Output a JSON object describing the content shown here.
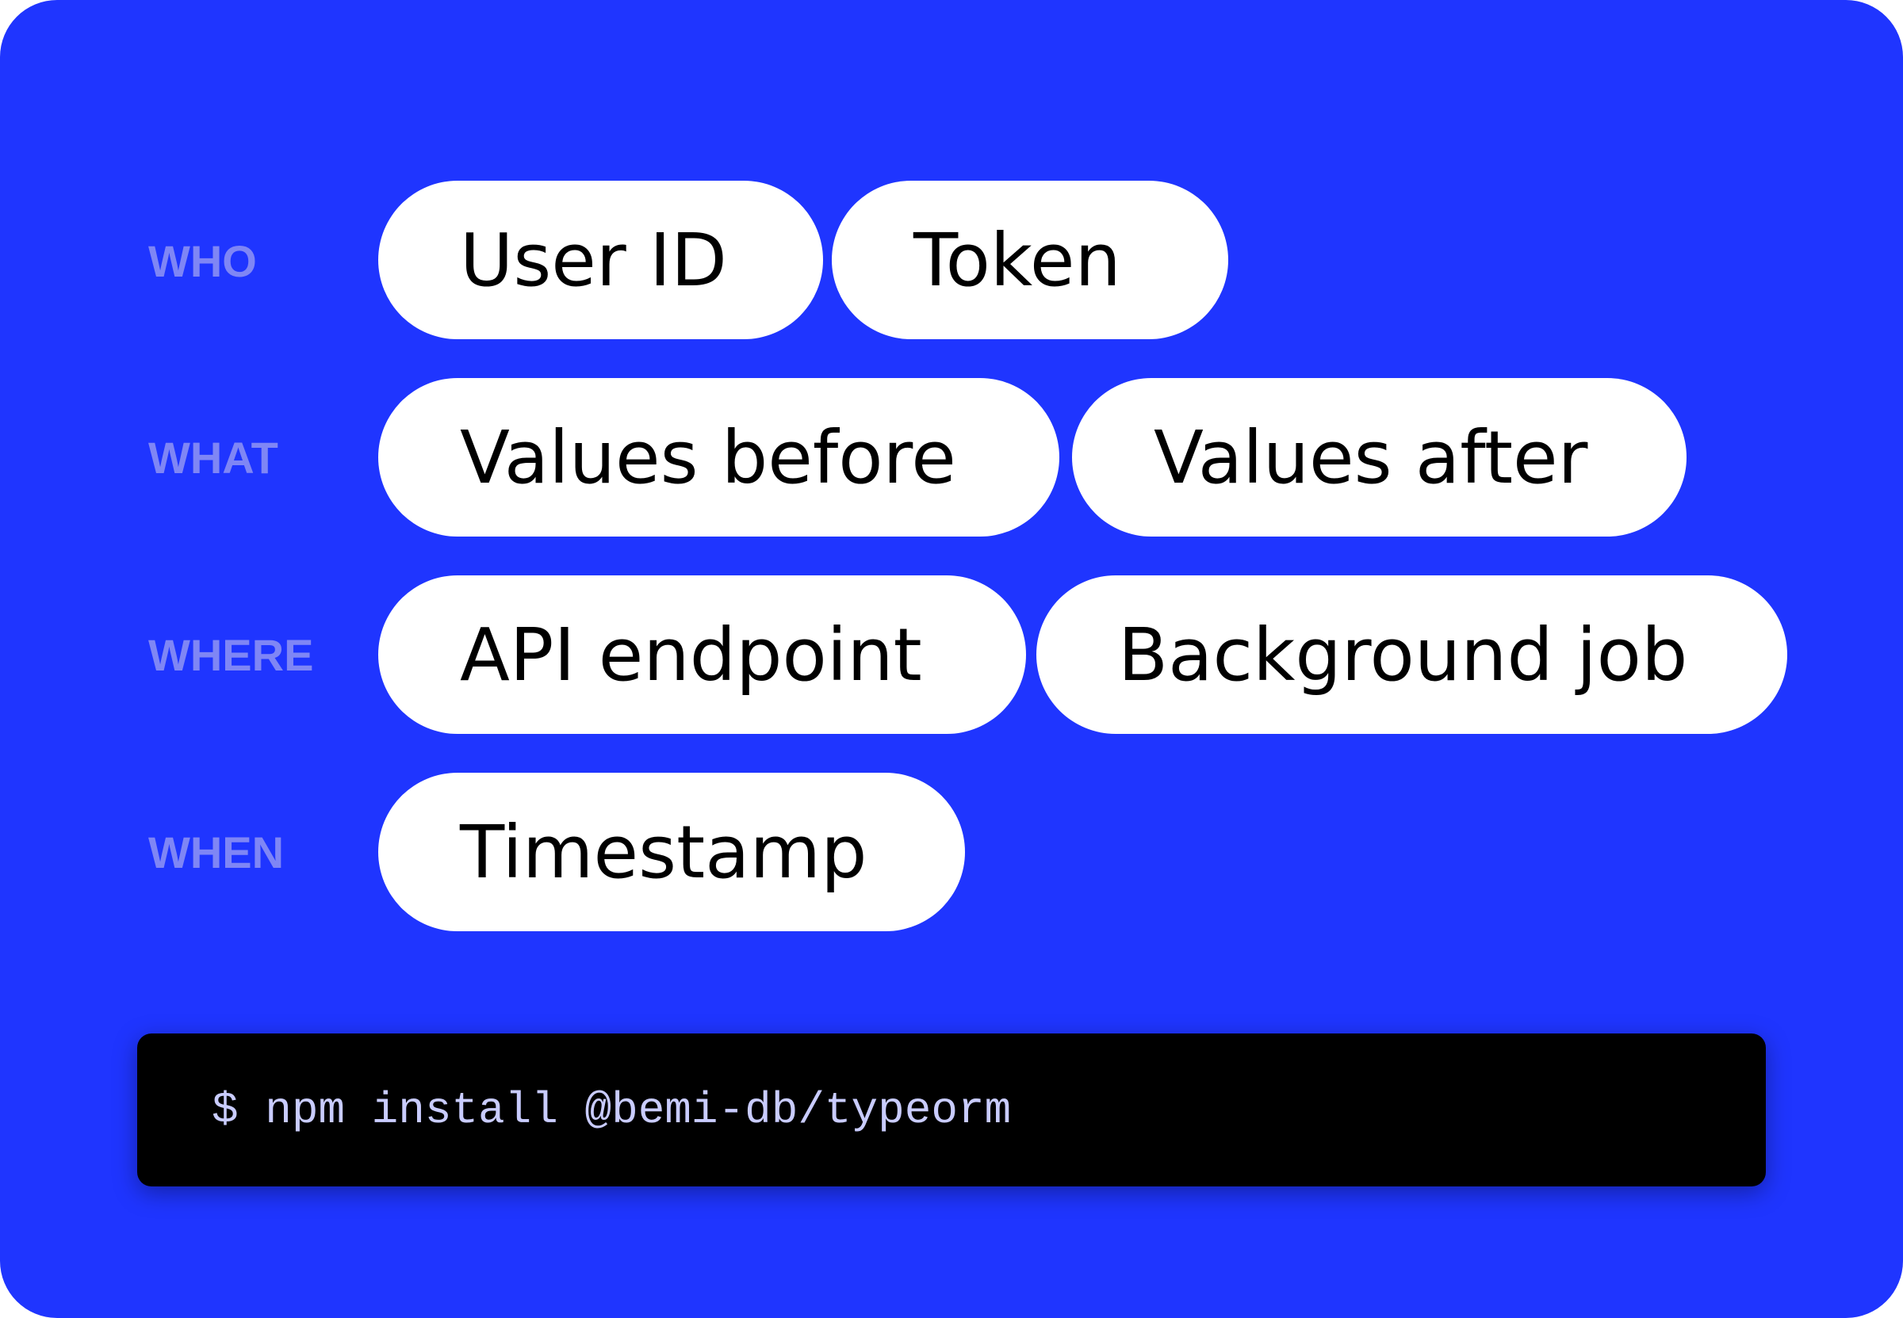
{
  "rows": [
    {
      "label": "WHO",
      "pills": [
        "User ID",
        "Token"
      ]
    },
    {
      "label": "WHAT",
      "pills": [
        "Values before",
        "Values after"
      ]
    },
    {
      "label": "WHERE",
      "pills": [
        "API endpoint",
        "Background job"
      ]
    },
    {
      "label": "WHEN",
      "pills": [
        "Timestamp"
      ]
    }
  ],
  "terminal": {
    "command": "$ npm install @bemi-db/typeorm"
  },
  "colors": {
    "background": "#1f35ff",
    "label": "#7f86f5",
    "pill": "#ffffff",
    "terminal": "#000000",
    "terminal_text": "#c9ccff"
  }
}
